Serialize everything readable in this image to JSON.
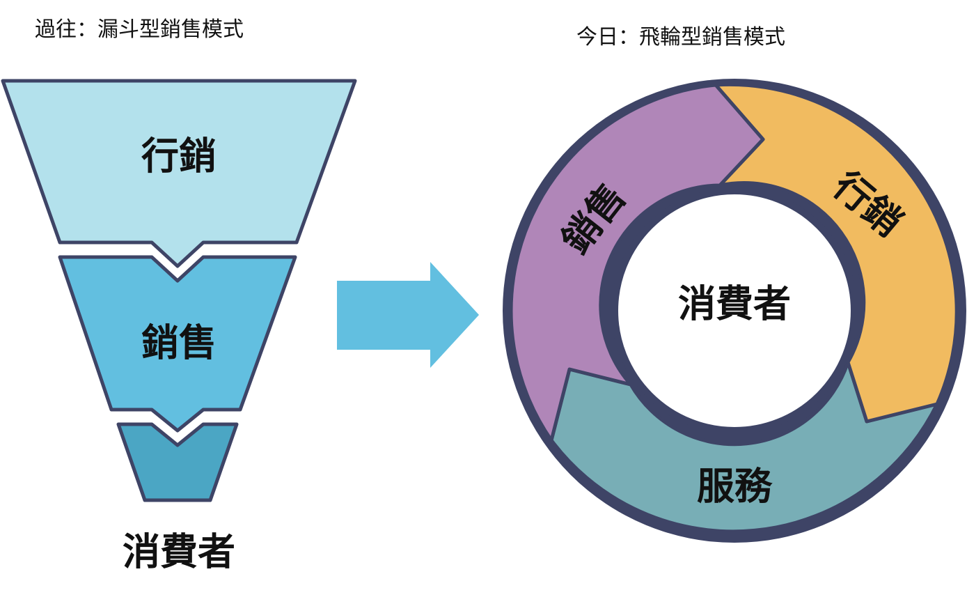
{
  "funnel": {
    "title": "過往：漏斗型銷售模式",
    "stages": [
      {
        "label": "行銷",
        "color": "#b3e1ec"
      },
      {
        "label": "銷售",
        "color": "#62bfe0"
      },
      {
        "label": "",
        "color": "#4ba6c4"
      }
    ],
    "bottom_label": "消費者"
  },
  "arrow": {
    "color": "#62bfe0"
  },
  "flywheel": {
    "title": "今日：飛輪型銷售模式",
    "center_label": "消費者",
    "segments": [
      {
        "label": "行銷",
        "color": "#f1bb60"
      },
      {
        "label": "銷售",
        "color": "#b086b8"
      },
      {
        "label": "服務",
        "color": "#78aeb6"
      }
    ],
    "outline_color": "#3e4466"
  }
}
